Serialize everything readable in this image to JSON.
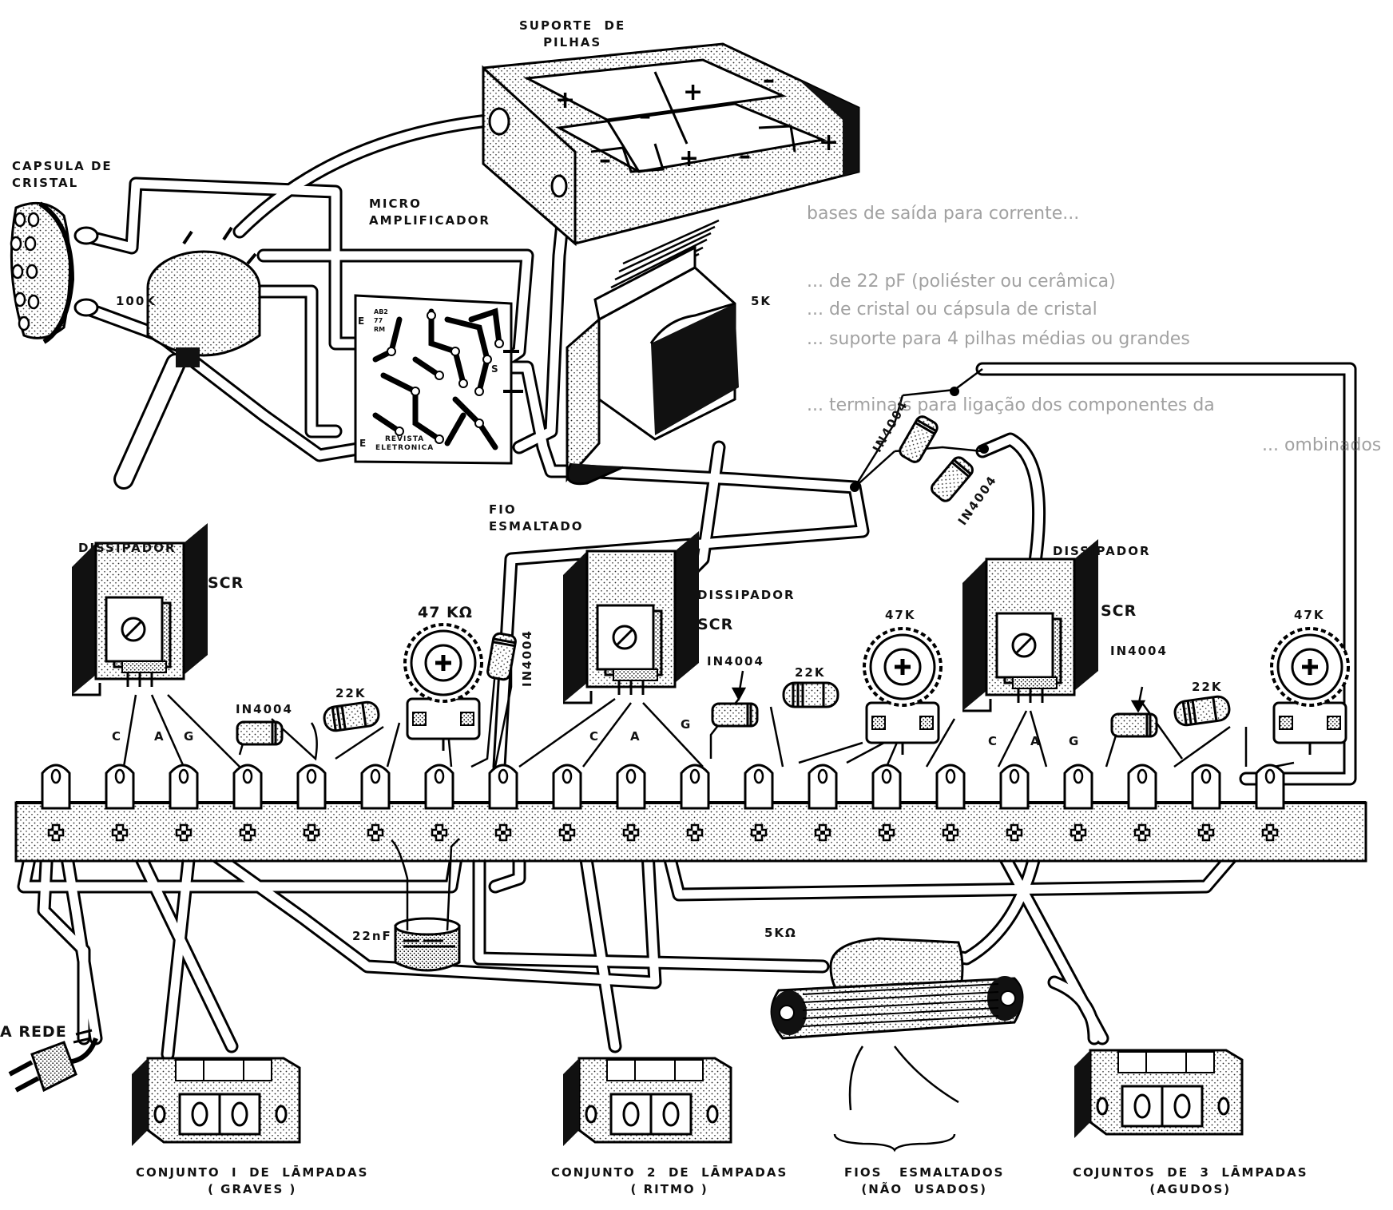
{
  "background_text": [
    "bases de saída para corrente...",
    "... de 22 pF (poliéster ou cerâmica)",
    "... de cristal ou cápsula de cristal",
    "... suporte para 4 pilhas médias ou grandes",
    "... terminais para ligação dos componentes da",
    "... ombinados"
  ],
  "labels": {
    "battery_holder": "SUPORTE  DE\nPILHAS",
    "crystal_capsule": "CAPSULA DE\nCRISTAL",
    "micro_amp": "MICRO\nAMPLIFICADOR",
    "pot_100k": "100K",
    "transformer_5k_top": "5K",
    "enamel_wire": "FIO\nESMALTADO",
    "dissipator_1": "DISSIPADOR",
    "dissipator_2": "DISSIPADOR",
    "dissipator_3": "DISSIPADOR",
    "scr_1": "SCR",
    "scr_2": "SCR",
    "scr_3": "SCR",
    "pot_47k_1": "47 KΩ",
    "pot_47k_2": "47K",
    "pot_47k_3": "47K",
    "diode_vert": "IN4004",
    "diode_top_1": "IN4004",
    "diode_top_2": "IN4004",
    "diode_1": "IN4004",
    "diode_2": "IN4004",
    "diode_3": "IN4004",
    "res_22k_1": "22K",
    "res_22k_2": "22K",
    "res_22k_3": "22K",
    "cap_22nf": "22nF",
    "transformer_5k_bottom": "5KΩ",
    "mains": "A REDE",
    "pin_c1": "C",
    "pin_a1": "A",
    "pin_g1": "G",
    "pin_c2": "C",
    "pin_a2": "A",
    "pin_g2": "G",
    "pin_c3": "C",
    "pin_a3": "A",
    "pin_g3": "G",
    "set1": "CONJUNTO  I  DE  LĀMPADAS\n( GRAVES )",
    "set2": "CONJUNTO  2  DE  LĀMPADAS\n( RITMO )",
    "fios": "FIOS   ESMALTADOS\n(NÃO  USADOS)",
    "set3": "COJUNTOS  DE  3  LĀMPADAS\n(AGUDOS)",
    "pcb_e1": "E",
    "pcb_e2": "E",
    "pcb_s": "S",
    "pcb_code": "AB2\n77\nRM",
    "pcb_brand": "REVISTA\nELETRONICA"
  }
}
